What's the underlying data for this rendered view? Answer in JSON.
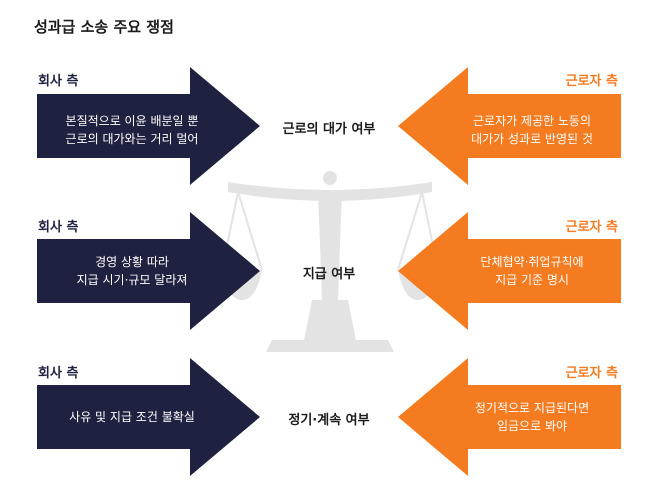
{
  "title": "성과급 소송 주요 쟁점",
  "colors": {
    "company": "#1f2140",
    "worker": "#f47b20",
    "scale": "#e3e3e3"
  },
  "rows": [
    {
      "company_label": "회사 측",
      "company_text": [
        "본질적으로 이윤 배분일 뿐",
        "근로의 대가와는 거리 멀어"
      ],
      "issue": "근로의 대가 여부",
      "worker_label": "근로자 측",
      "worker_text": [
        "근로자가 제공한 노동의",
        "대가가 성과로 반영된 것"
      ]
    },
    {
      "company_label": "회사 측",
      "company_text": [
        "경영 상황 따라",
        "지급 시기·규모 달라져"
      ],
      "issue": "지급 여부",
      "worker_label": "근로자 측",
      "worker_text": [
        "단체협약·취업규칙에",
        "지급 기준 명시"
      ]
    },
    {
      "company_label": "회사 측",
      "company_text": [
        "사유 및 지급 조건 불확실"
      ],
      "issue": "정기·계속 여부",
      "worker_label": "근로자 측",
      "worker_text": [
        "정기적으로 지급된다면",
        "임금으로 봐야"
      ]
    }
  ],
  "icons": {
    "background": "scale-of-justice-icon"
  }
}
